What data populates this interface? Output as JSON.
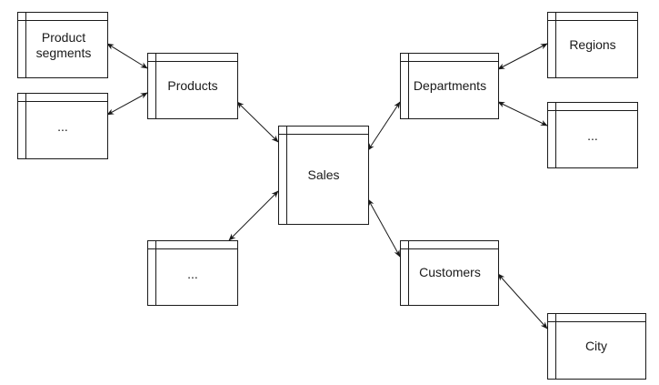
{
  "diagram": {
    "type": "entity-relationship",
    "nodes": [
      {
        "id": "product_segments",
        "label_lines": [
          "Product",
          "segments"
        ]
      },
      {
        "id": "products",
        "label_lines": [
          "Products"
        ]
      },
      {
        "id": "products_more",
        "label_lines": [
          "..."
        ]
      },
      {
        "id": "sales",
        "label_lines": [
          "Sales"
        ]
      },
      {
        "id": "sales_more",
        "label_lines": [
          "..."
        ]
      },
      {
        "id": "departments",
        "label_lines": [
          "Departments"
        ]
      },
      {
        "id": "regions",
        "label_lines": [
          "Regions"
        ]
      },
      {
        "id": "departments_more",
        "label_lines": [
          "..."
        ]
      },
      {
        "id": "customers",
        "label_lines": [
          "Customers"
        ]
      },
      {
        "id": "city",
        "label_lines": [
          "City"
        ]
      }
    ],
    "edges": [
      {
        "from": "product_segments",
        "to": "products",
        "arrows": "both"
      },
      {
        "from": "products_more",
        "to": "products",
        "arrows": "both"
      },
      {
        "from": "products",
        "to": "sales",
        "arrows": "both"
      },
      {
        "from": "sales_more",
        "to": "sales",
        "arrows": "both"
      },
      {
        "from": "departments",
        "to": "sales",
        "arrows": "both"
      },
      {
        "from": "departments",
        "to": "regions",
        "arrows": "both"
      },
      {
        "from": "departments",
        "to": "departments_more",
        "arrows": "both"
      },
      {
        "from": "sales",
        "to": "customers",
        "arrows": "both"
      },
      {
        "from": "customers",
        "to": "city",
        "arrows": "both"
      }
    ]
  }
}
